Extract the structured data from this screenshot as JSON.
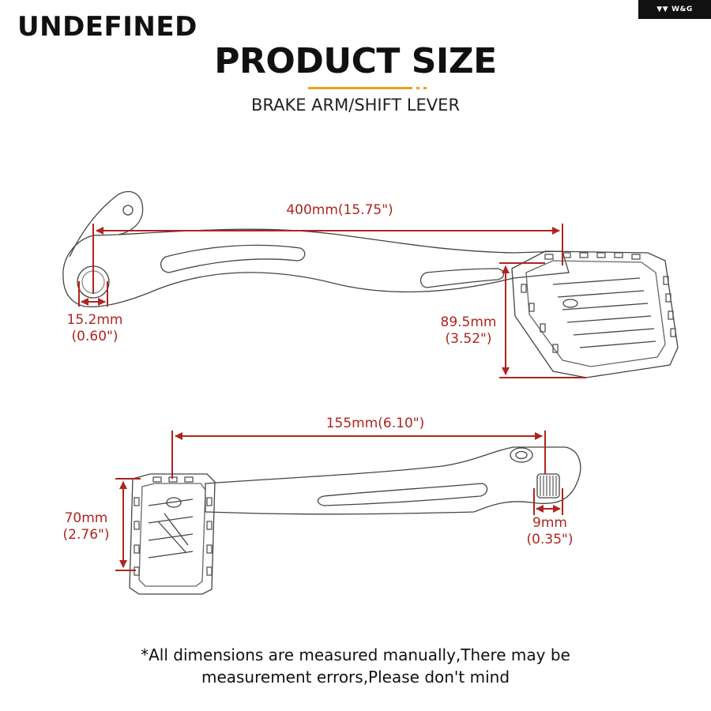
{
  "brand": "UNDEFINED",
  "logo_text": "W&G",
  "title": "PRODUCT SIZE",
  "subtitle": "BRAKE ARM/SHIFT LEVER",
  "colors": {
    "dimension": "#b0241f",
    "accent": "#e8a21c"
  },
  "brake_arm": {
    "length": {
      "mm": "400mm(15.75\")"
    },
    "hole": {
      "mm": "15.2mm",
      "inch": "(0.60\")"
    },
    "height": {
      "mm": "89.5mm",
      "inch": "(3.52\")"
    }
  },
  "shift_lever": {
    "length": {
      "mm": "155mm(6.10\")"
    },
    "height": {
      "mm": "70mm",
      "inch": "(2.76\")"
    },
    "shaft": {
      "mm": "9mm",
      "inch": "(0.35\")"
    }
  },
  "note": {
    "line1": "*All dimensions are measured manually,There may be",
    "line2": "measurement errors,Please don't mind"
  }
}
